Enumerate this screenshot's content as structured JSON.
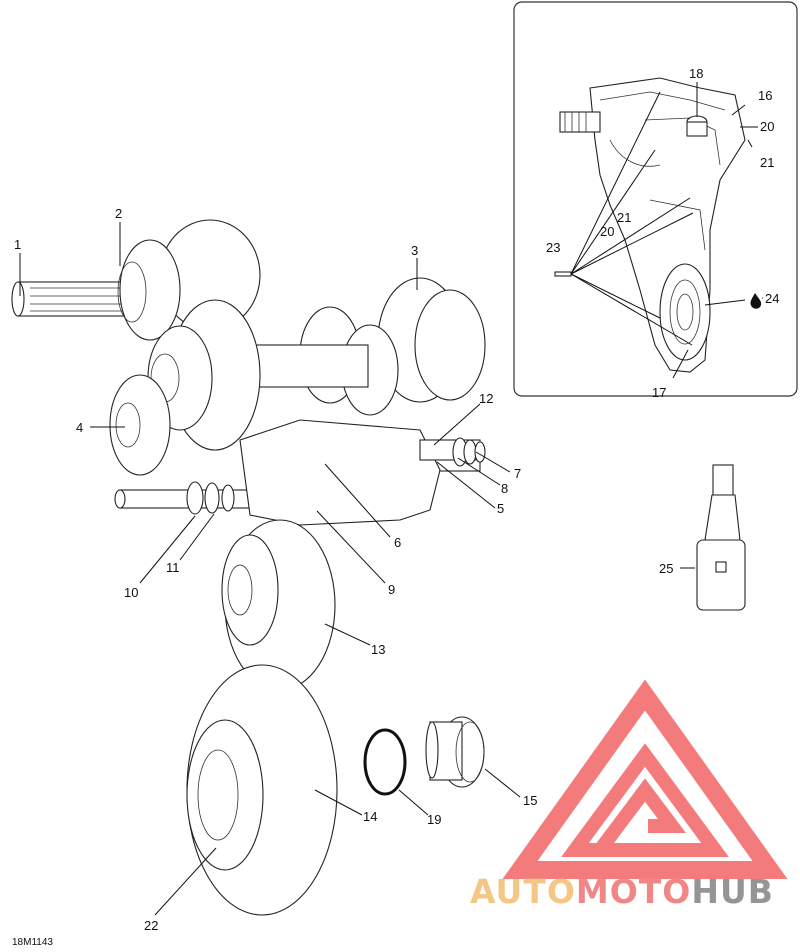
{
  "diagram": {
    "reference_code": "18M1143",
    "callouts": [
      "1",
      "2",
      "3",
      "4",
      "5",
      "6",
      "7",
      "8",
      "9",
      "10",
      "11",
      "12",
      "13",
      "14",
      "15",
      "16",
      "17",
      "18",
      "19",
      "20",
      "20",
      "21",
      "21",
      "22",
      "23",
      "24",
      "25"
    ],
    "inset_callouts": [
      "16",
      "17",
      "18",
      "20",
      "20",
      "21",
      "21",
      "23",
      "24"
    ]
  },
  "watermark": {
    "part1": "AUTO",
    "part2": "MOTO",
    "part3": "HUB",
    "colors": {
      "auto": "#f4c27a",
      "moto": "#f07a7a",
      "hub": "#8a8a8a",
      "triangle": "#f26d6d"
    }
  }
}
